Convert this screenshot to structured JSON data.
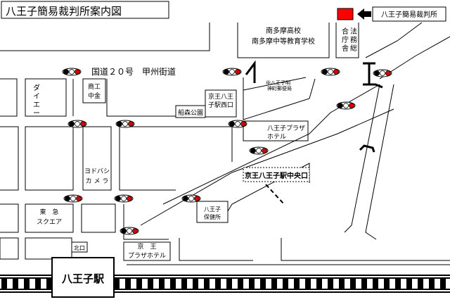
{
  "title": "八王子簡易裁判所案内図",
  "court_legend_label": "八王子簡易裁判所",
  "labels": {
    "minami_tama_1": "南多摩高校",
    "minami_tama_2": "南多摩中等教育学校",
    "godo_chosha": [
      "合",
      "法",
      "庁",
      "務",
      "舎",
      "総"
    ],
    "route20": "国道２０号　甲州街道",
    "daie": [
      "ダ",
      "イ",
      "エ",
      "ー"
    ],
    "shoko_1": "商工",
    "shoko_2": "中金",
    "hachioji_kyosai_1": "㊥八王子明",
    "hachioji_kyosai_2": "神町郵便局",
    "keio_west_1": "京王八王",
    "keio_west_2": "子駅西口",
    "funamori": "船森公園",
    "plaza_1": "八王子プラザ",
    "plaza_2": "ホテル",
    "yodobashi_1": "ヨドバシ",
    "yodobashi_2": "カ メ ラ",
    "keio_central": "京王八王子駅中央口",
    "tokyu_1": "東　急",
    "tokyu_2": "スクエア",
    "hokenjo_1": "八王子",
    "hokenjo_2": "保健所",
    "kitaguchi": "北口",
    "keio_plaza_1": "京　王",
    "keio_plaza_2": "プラザホテル",
    "station": "八王子駅"
  },
  "colors": {
    "court": "#ff0000",
    "signal_red": "#d40000",
    "signal_black": "#000000",
    "line": "#000000"
  },
  "icons": {
    "arrow": "left-arrow-icon",
    "signal": "traffic-signal-icon"
  }
}
